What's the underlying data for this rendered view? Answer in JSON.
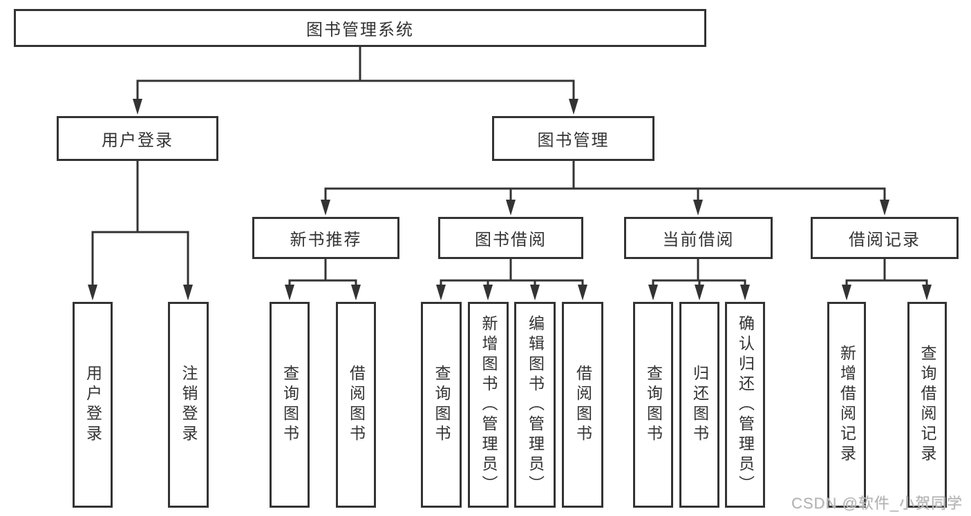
{
  "colors": {
    "background": "#ffffff",
    "line": "#333333",
    "box_border": "#333333",
    "text": "#333333",
    "watermark": "#b3b3b3"
  },
  "tree": {
    "root": {
      "label": "图书管理系统"
    },
    "level2": [
      {
        "label": "用户登录",
        "children": [
          {
            "label": "用户登录"
          },
          {
            "label": "注销登录"
          }
        ]
      },
      {
        "label": "图书管理",
        "sections": [
          {
            "label": "新书推荐",
            "children": [
              {
                "label": "查询图书"
              },
              {
                "label": "借阅图书"
              }
            ]
          },
          {
            "label": "图书借阅",
            "children": [
              {
                "label": "查询图书"
              },
              {
                "label": "新增图书（管理员）"
              },
              {
                "label": "编辑图书（管理员）"
              },
              {
                "label": "借阅图书"
              }
            ]
          },
          {
            "label": "当前借阅",
            "children": [
              {
                "label": "查询图书"
              },
              {
                "label": "归还图书"
              },
              {
                "label": "确认归还（管理员）"
              }
            ]
          },
          {
            "label": "借阅记录",
            "children": [
              {
                "label": "新增借阅记录"
              },
              {
                "label": "查询借阅记录"
              }
            ]
          }
        ]
      }
    ]
  },
  "watermark": {
    "text": "CSDN @软件_小贺同学"
  }
}
